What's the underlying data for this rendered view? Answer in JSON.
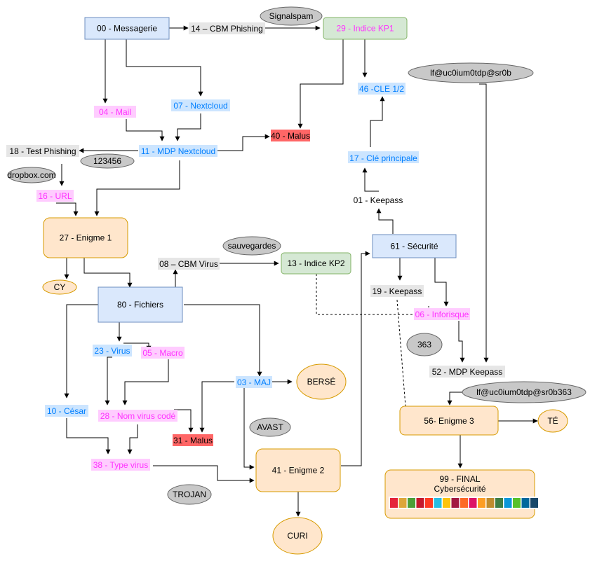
{
  "colors": {
    "blue_node_fill": "#dae8fc",
    "blue_node_stroke": "#6c8ebf",
    "green_node_fill": "#d5e8d4",
    "green_node_stroke": "#82b366",
    "orange_node_fill": "#ffe6cc",
    "orange_node_stroke": "#d79b00",
    "ellipse_fill": "#c8c8c8",
    "ellipse_stroke": "#666666",
    "pink_text": "#ff33ff",
    "pink_bg": "#ffccff",
    "blue_text": "#007fff",
    "blue_bg": "#cce5ff",
    "red_bg": "#ff6666",
    "gray_bg": "#e6e6e6"
  },
  "nodes": {
    "messagerie": "00 - Messagerie",
    "cbm_phishing": "14 – CBM Phishing",
    "signalspam": "Signalspam",
    "indice_kp1": "29 - Indice KP1",
    "mail": "04 - Mail",
    "nextcloud": "07 - Nextcloud",
    "malus_40": "40 - Malus",
    "cle_12": "46 -CLE 1/2",
    "email_oval": "lf@uc0ium0tdp@sr0b",
    "test_phishing": "18 - Test Phishing",
    "mdp_nextcloud": "11 - MDP Nextcloud",
    "pin_oval": "123456",
    "dropbox": "dropbox.com",
    "url": "16 - URL",
    "cle_principale": "17 - Clé principale",
    "keepass_01": "01 - Keepass",
    "enigme1": "27 - Enigme 1",
    "securite": "61 - Sécurité",
    "sauvegardes": "sauvegardes",
    "cbm_virus": "08 – CBM Virus",
    "indice_kp2": "13 - Indice KP2",
    "cy": "CY",
    "keepass_19": "19 - Keepass",
    "fichiers": "80 - Fichiers",
    "inforisque": "06 - Inforisque",
    "virus": "23 - Virus",
    "macro": "05 - Macro",
    "oval_363": "363",
    "maj": "03 - MAJ",
    "berse": "BERSÉ",
    "mdp_keepass": "52 - MDP Keepass",
    "email_oval_363": "lf@uc0ium0tdp@sr0b363",
    "cesar": "10 - César",
    "nom_virus": "28 - Nom virus codé",
    "enigme3": "56- Enigme 3",
    "te": "TÉ",
    "avast": "AVAST",
    "malus_31": "31 - Malus",
    "type_virus": "38 - Type virus",
    "enigme2": "41 - Enigme 2",
    "final_line1": "99 - FINAL",
    "final_line2": "Cybersécurité",
    "trojan": "TROJAN",
    "curi": "CURI"
  },
  "final_badges": [
    "#e5243b",
    "#dda63a",
    "#4c9f38",
    "#c5192d",
    "#ff3a21",
    "#26bde2",
    "#fcc30b",
    "#a21942",
    "#fd6925",
    "#dd1367",
    "#fd9d24",
    "#bf8b2e",
    "#3f7e44",
    "#0a97d9",
    "#56c02b",
    "#00689d",
    "#19486a"
  ]
}
